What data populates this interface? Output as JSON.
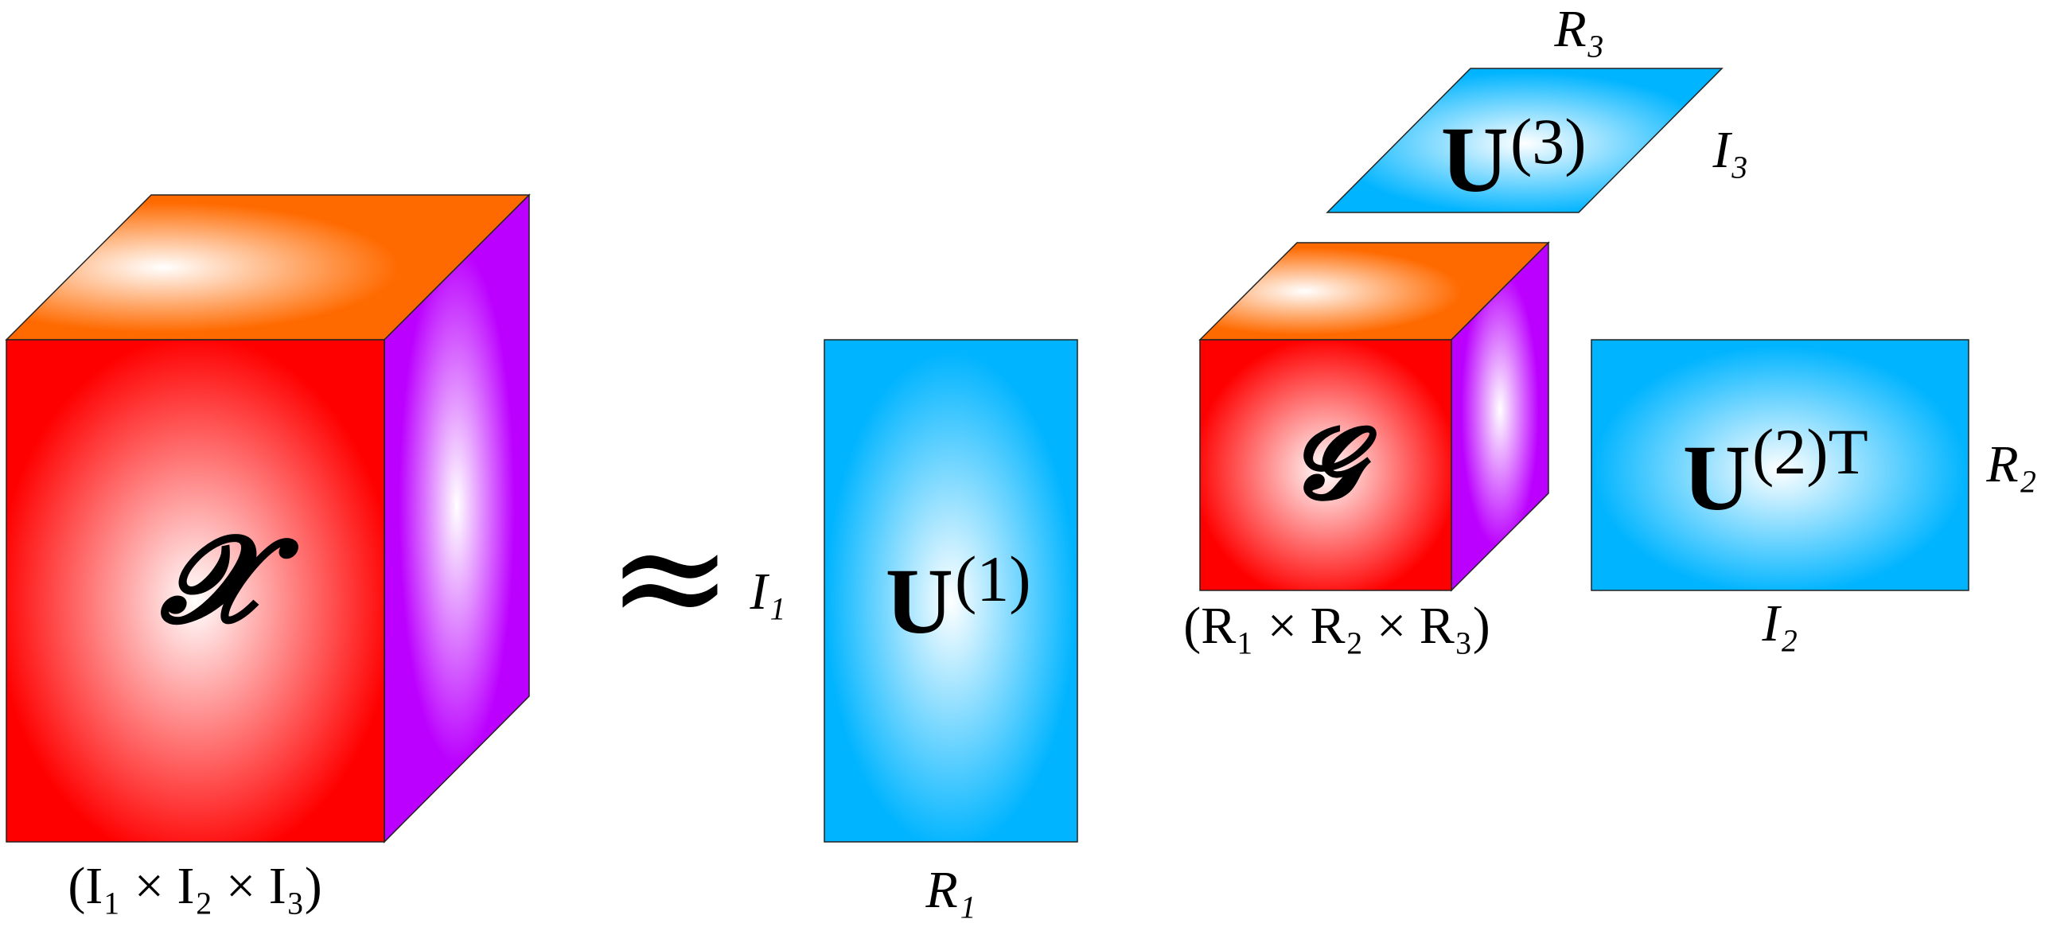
{
  "colors": {
    "tensor_front": "#ff0000",
    "tensor_top": "#ff6a00",
    "tensor_side": "#bb00ff",
    "factor": "#00b4ff",
    "highlight": "#ffffff"
  },
  "tensor_x": {
    "symbol": "𝓧",
    "dims_label": "(I₁ × I₂ × I₃)"
  },
  "approx_symbol": "≈",
  "factor_u1": {
    "symbol": "U",
    "superscript": "(1)",
    "row_label": "I₁",
    "col_label": "R₁"
  },
  "core_g": {
    "symbol": "𝓖",
    "dims_label": "(R₁ × R₂ × R₃)"
  },
  "factor_u2": {
    "symbol": "U",
    "superscript": "(2)T",
    "row_label": "R₂",
    "col_label": "I₂"
  },
  "factor_u3": {
    "symbol": "U",
    "superscript": "(3)",
    "top_label": "R₃",
    "side_label": "I₃"
  }
}
